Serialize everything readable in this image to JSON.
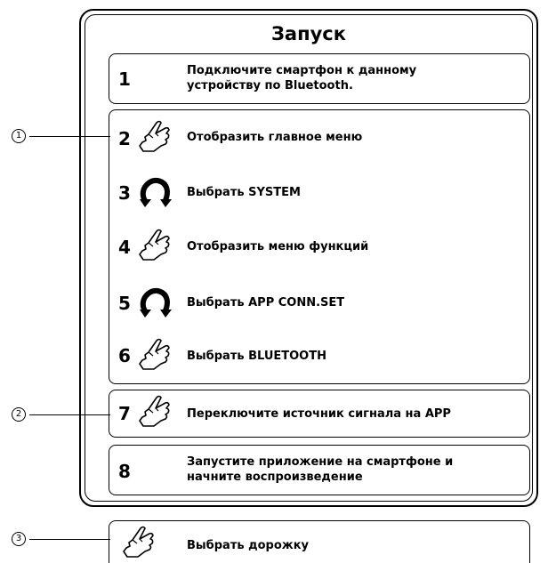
{
  "title": "Запуск",
  "callouts": [
    "1",
    "2",
    "3"
  ],
  "steps": [
    {
      "num": "1",
      "text1": "Подключите смартфон к данному",
      "text2": "устройству по Bluetooth.",
      "icon": "none"
    },
    {
      "num": "2",
      "text": "Отобразить главное меню",
      "icon": "touch-icon"
    },
    {
      "num": "3",
      "text": "Выбрать SYSTEM",
      "icon": "rotate-icon"
    },
    {
      "num": "4",
      "text": "Отобразить меню функций",
      "icon": "touch-icon"
    },
    {
      "num": "5",
      "text": "Выбрать APP CONN.SET",
      "icon": "rotate-icon"
    },
    {
      "num": "6",
      "text": "Выбрать BLUETOOTH",
      "icon": "touch-icon"
    },
    {
      "num": "7",
      "text": "Переключите источник сигнала на APP",
      "icon": "touch-icon"
    },
    {
      "num": "8",
      "text1": "Запустите приложение на смартфоне и",
      "text2": "начните воспроизведение",
      "icon": "none"
    }
  ],
  "track": {
    "text": "Выбрать дорожку",
    "icon": "touch-icon"
  }
}
